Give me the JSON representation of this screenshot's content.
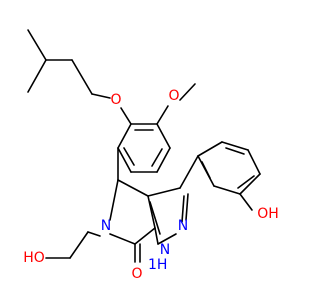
{
  "colors": {
    "background": "#ffffff",
    "bond": "#000000",
    "oxygen": "#ff0000",
    "nitrogen": "#0000ff"
  },
  "atoms": {
    "ether_oxygen": "O",
    "methoxy_oxygen": "O",
    "phenol_oxygen": "OH",
    "hydroxypropyl_oxygen": "HO",
    "carbonyl_oxygen": "O",
    "ring_nitrogen_lactam": "N",
    "ring_nitrogen_pyrazole": "N",
    "ring_nitrogen_nh": "N",
    "nh_hydrogen": "1H"
  }
}
